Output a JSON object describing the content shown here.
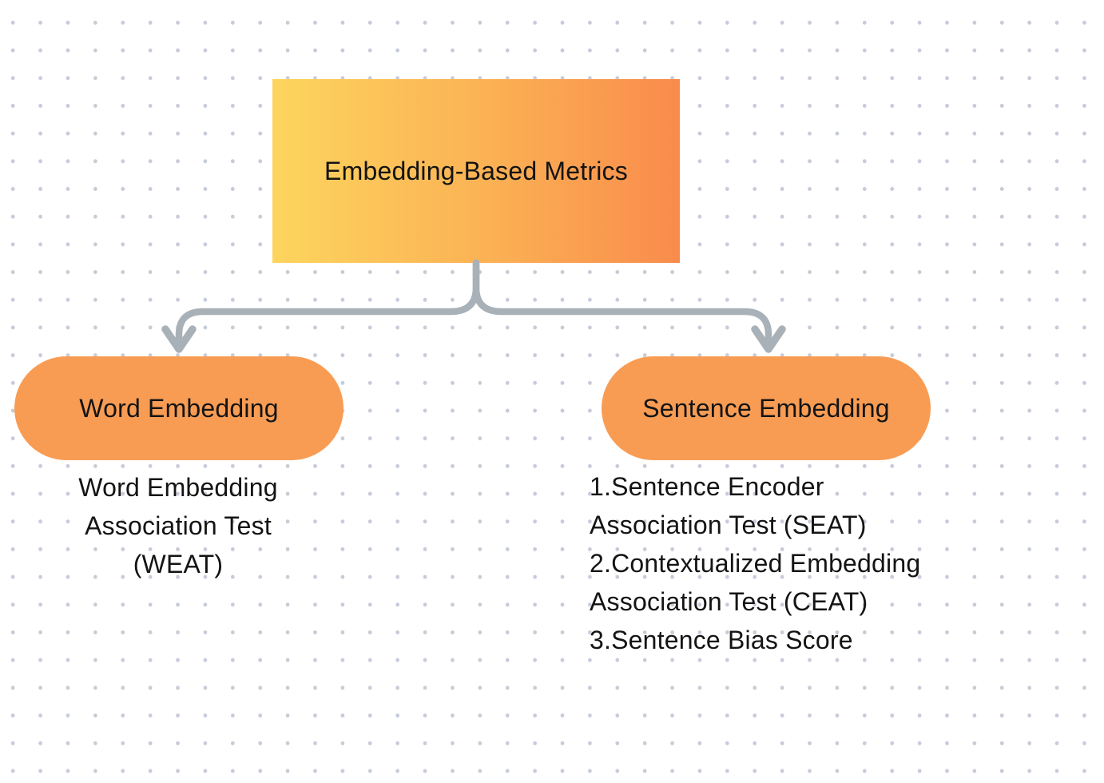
{
  "diagram": {
    "root": {
      "label": "Embedding-Based Metrics"
    },
    "branches": [
      {
        "id": "word-embedding",
        "label": "Word Embedding",
        "lines": [
          "Word Embedding",
          "Association Test",
          "(WEAT)"
        ]
      },
      {
        "id": "sentence-embedding",
        "label": "Sentence Embedding",
        "lines": [
          "1.Sentence Encoder",
          "Association Test (SEAT)",
          "2.Contextualized Embedding",
          "Association Test (CEAT)",
          "3.Sentence Bias Score"
        ]
      }
    ],
    "colors": {
      "root_gradient_start": "#FCD55E",
      "root_gradient_end": "#F98B4C",
      "branch_pill": "#F89C54",
      "connector": "#A9B1B8",
      "background_dots": "#C6CCD8",
      "text": "#141414"
    }
  }
}
